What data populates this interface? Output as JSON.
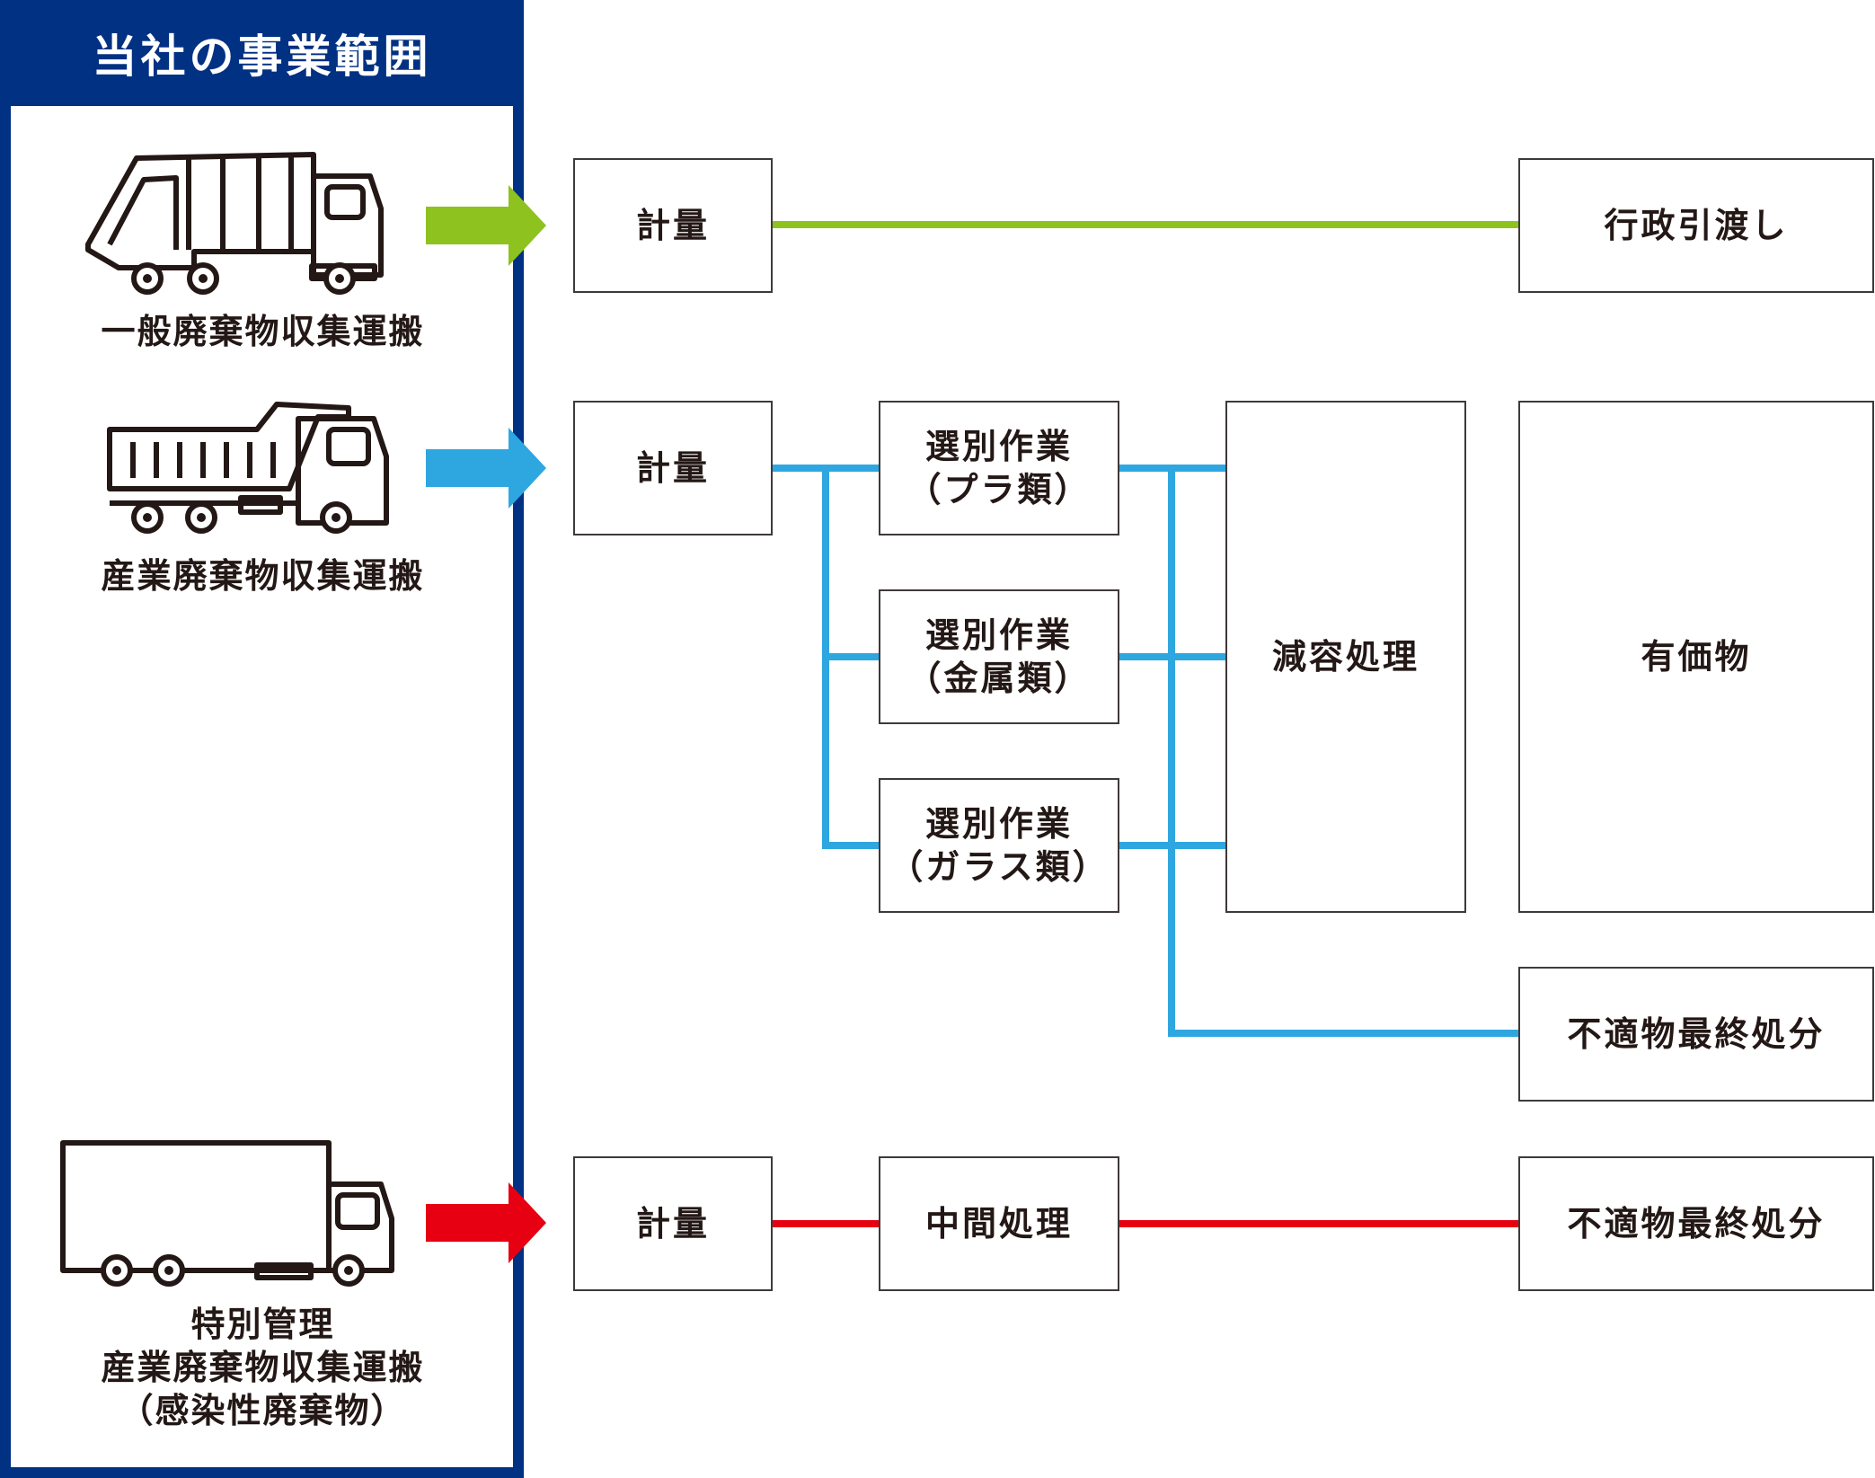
{
  "scope": {
    "title": "当社の事業範囲"
  },
  "colors": {
    "navy": "#003183",
    "green": "#8ec21f",
    "blue": "#2ea7e0",
    "red": "#e60012"
  },
  "sources": [
    {
      "label": "一般廃棄物収集運搬",
      "icon": "garbage-truck-icon",
      "arrow": "green"
    },
    {
      "label": "産業廃棄物収集運搬",
      "icon": "dump-truck-icon",
      "arrow": "blue"
    },
    {
      "label": "特別管理\n産業廃棄物収集運搬\n（感染性廃棄物）",
      "icon": "box-truck-icon",
      "arrow": "red"
    }
  ],
  "boxes": {
    "weigh1": "計量",
    "handover": "行政引渡し",
    "weigh2": "計量",
    "sort_plastic": "選別作業\n（プラ類）",
    "sort_metal": "選別作業\n（金属類）",
    "sort_glass": "選別作業\n（ガラス類）",
    "volume_reduction": "減容処理",
    "valuables": "有価物",
    "unsuitable_disposal_1": "不適物最終処分",
    "weigh3": "計量",
    "intermediate": "中間処理",
    "unsuitable_disposal_2": "不適物最終処分"
  }
}
